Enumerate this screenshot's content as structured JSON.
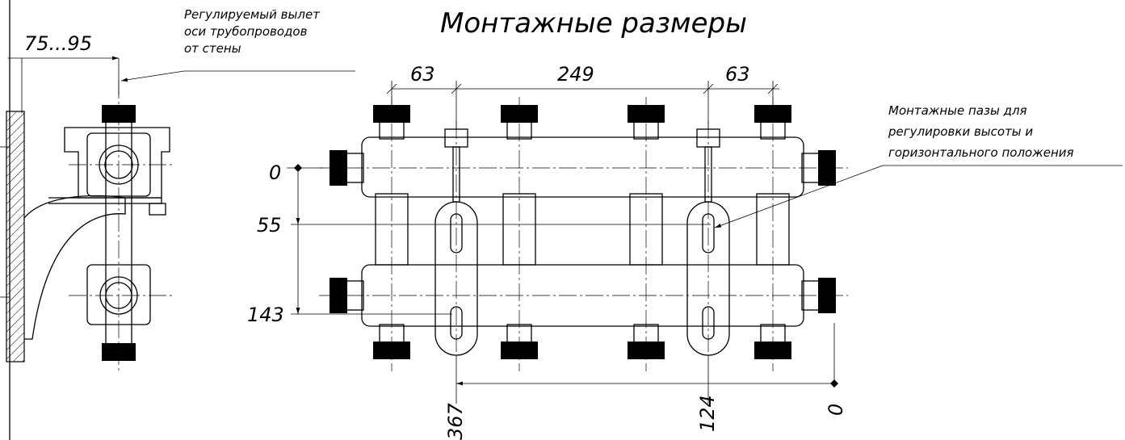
{
  "title": "Монтажные размеры",
  "side_view": {
    "offset_dim": "75...95",
    "note_lines": [
      "Регулируемый вылет",
      "оси трубопроводов",
      "от стены"
    ]
  },
  "front_view": {
    "top_dims": [
      "63",
      "249",
      "63"
    ],
    "vertical_dims": [
      "0",
      "55",
      "143"
    ],
    "bottom_dims": [
      "367",
      "124",
      "0"
    ],
    "note_lines": [
      "Монтажные пазы для",
      "регулировки высоты и",
      "горизонтального положения"
    ]
  }
}
